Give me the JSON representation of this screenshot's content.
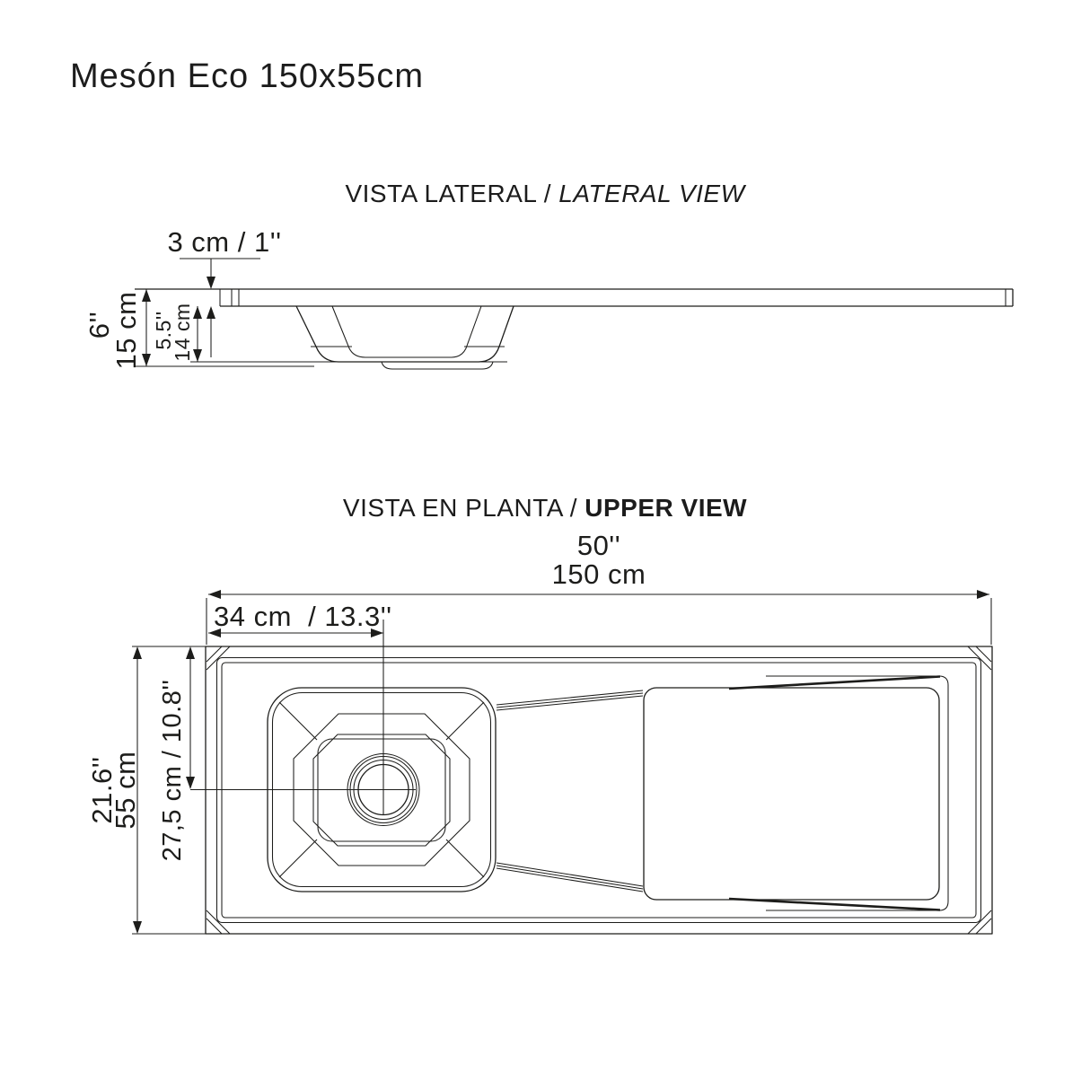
{
  "page_title": "Mesón Eco 150x55cm",
  "colors": {
    "line": "#1d1d1b",
    "text": "#1c1c1c",
    "background": "#ffffff"
  },
  "lateral_view": {
    "title_es": "VISTA LATERAL /",
    "title_en": "LATERAL VIEW",
    "dims": {
      "slab_thickness": "3 cm / 1''",
      "total_height_in": "6''",
      "total_height_cm": "15 cm",
      "bowl_depth_in": "5.5''",
      "bowl_depth_cm": "14 cm"
    }
  },
  "upper_view": {
    "title_es": "VISTA EN PLANTA /",
    "title_en": "UPPER VIEW",
    "dims": {
      "width_in": "50''",
      "width_cm": "150 cm",
      "sink_center_offset": "34 cm  / 13.3''",
      "depth_in": "21.6''",
      "depth_cm": "55 cm",
      "sink_center_depth": "27,5 cm / 10.8''"
    }
  }
}
